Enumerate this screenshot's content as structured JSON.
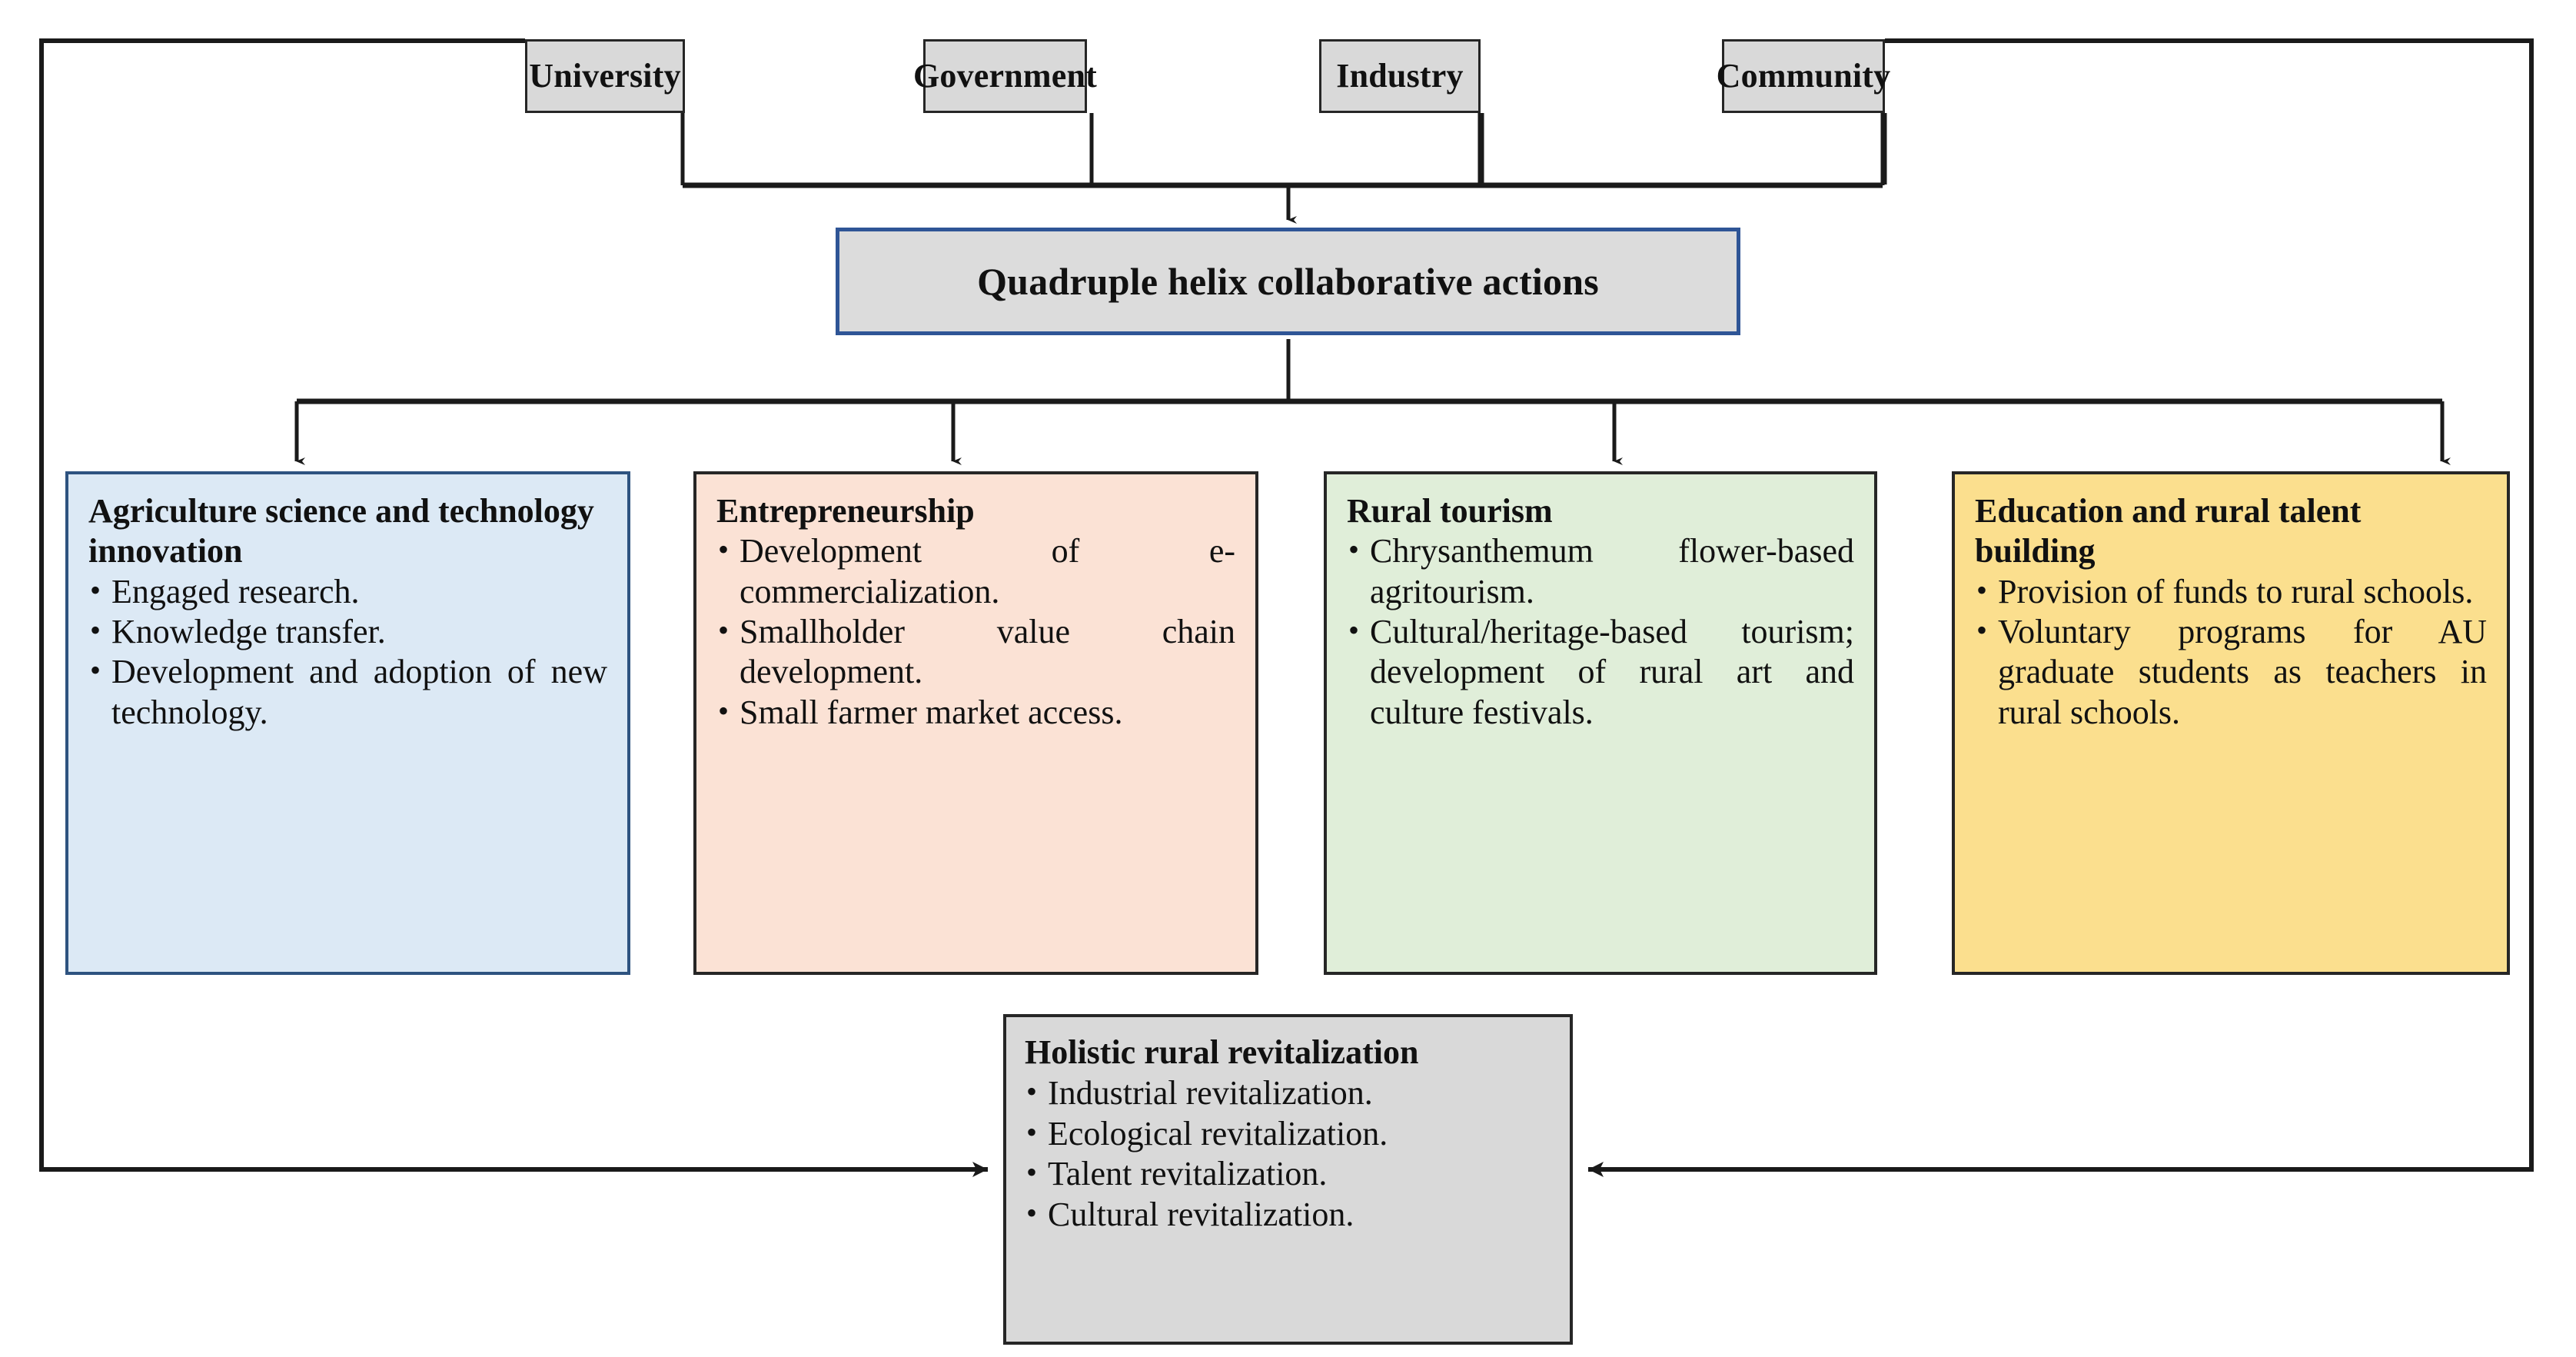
{
  "diagram": {
    "actors": [
      {
        "id": "university",
        "label": "University"
      },
      {
        "id": "government",
        "label": "Government"
      },
      {
        "id": "industry",
        "label": "Industry"
      },
      {
        "id": "community",
        "label": "Community"
      }
    ],
    "hub": {
      "label": "Quadruple helix collaborative actions",
      "border_color": "#2f5596",
      "fill_color": "#dcdcdc"
    },
    "pillars": [
      {
        "id": "agriculture",
        "title": "Agriculture science and technology innovation",
        "fill_color": "#dce9f5",
        "border_color": "#2e5380",
        "bullets": [
          "Engaged research.",
          "Knowledge transfer.",
          "Development and adoption of new technology."
        ]
      },
      {
        "id": "entrepreneurship",
        "title": "Entrepreneurship",
        "fill_color": "#fbe2d5",
        "border_color": "#262626",
        "bullets": [
          "Development of e-commercialization.",
          "Smallholder value chain development.",
          "Small farmer market access."
        ]
      },
      {
        "id": "rural-tourism",
        "title": "Rural tourism",
        "fill_color": "#e0eed9",
        "border_color": "#262626",
        "bullets": [
          "Chrysanthemum flower-based agritourism.",
          "Cultural/heritage-based tourism; development of rural art and culture festivals."
        ]
      },
      {
        "id": "education",
        "title": "Education and rural talent building",
        "fill_color": "#fbdf8e",
        "border_color": "#262626",
        "bullets": [
          "Provision of funds to rural schools.",
          "Voluntary programs for AU graduate students as teachers in rural schools."
        ]
      }
    ],
    "outcome": {
      "id": "holistic",
      "title": "Holistic rural revitalization",
      "fill_color": "#d9d9d9",
      "border_color": "#262626",
      "bullets": [
        "Industrial revitalization.",
        "Ecological revitalization.",
        "Talent revitalization.",
        "Cultural revitalization."
      ]
    },
    "connectors": {
      "line_color": "#1a1a1a",
      "actors_to_hub": "four actor boxes merge into a horizontal bus, then a single arrow points down into the hub",
      "hub_to_pillars": "hub fans out through a horizontal bus into four downward arrows, one per pillar",
      "feedback_left": "outer frame routes from the left edge of the University box down the left side and arrows right into the outcome box",
      "feedback_right": "outer frame routes from the right edge of the Community box down the right side and arrows left into the outcome box"
    }
  }
}
